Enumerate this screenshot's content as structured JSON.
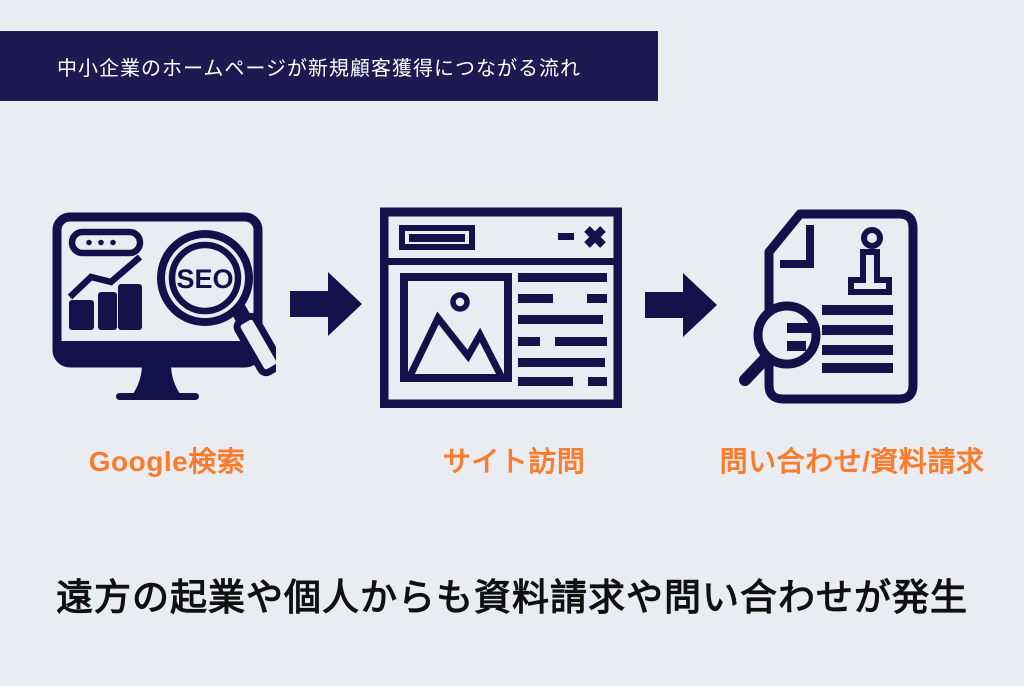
{
  "colors": {
    "background": "#e9edf2",
    "navy": "#14104a",
    "banner_navy": "#1e1950",
    "orange": "#f97b2c",
    "ink": "#101010"
  },
  "banner": {
    "title": "中小企業のホームページが新規顧客獲得につながる流れ"
  },
  "flow": {
    "steps": [
      {
        "label": "Google検索",
        "icon": "monitor-seo-search-icon",
        "icon_text": "SEO"
      },
      {
        "label": "サイト訪問",
        "icon": "browser-website-icon"
      },
      {
        "label": "問い合わせ/資料請求",
        "icon": "document-inquiry-icon"
      }
    ],
    "connector": "right-arrow-icon"
  },
  "footer": {
    "headline": "遠方の起業や個人からも資料請求や問い合わせが発生"
  }
}
